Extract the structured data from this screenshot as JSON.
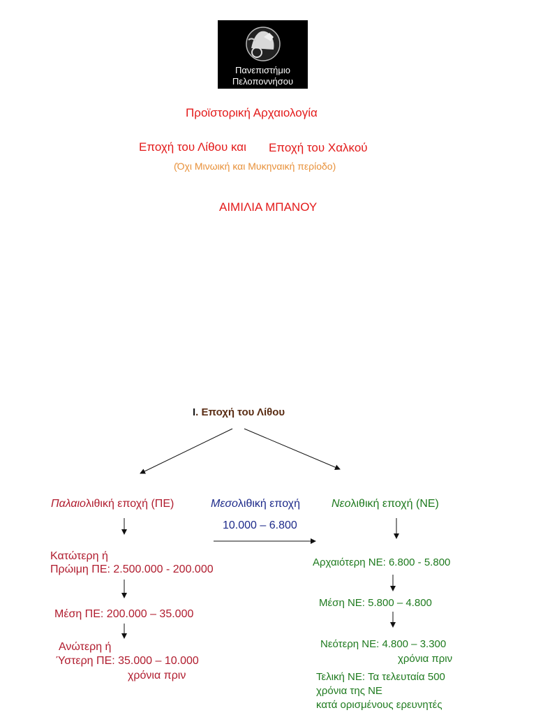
{
  "logo": {
    "line1": "Πανεπιστήμιο",
    "line2": "Πελοποννήσου"
  },
  "header": {
    "course": "Προϊστορική Αρχαιολογία",
    "subtitle_a": "Εποχή του Λίθου και",
    "subtitle_b": "Εποχή του Χαλκού",
    "note": "(Όχι Μινωική και Μυκηναική περίοδο)",
    "author": "ΑΙΜΙΛΙΑ ΜΠΑΝΟΥ"
  },
  "section": {
    "num": "I",
    "title": ". Εποχή του Λίθου"
  },
  "paleo": {
    "title_italic": "Παλαιο",
    "title_rest": "λιθική εποχή (ΠΕ)",
    "lower_line1": "Κατώτερη ή",
    "lower_line2": "Πρώιμη ΠΕ:  2.500.000 - 200.000",
    "middle": "Μέση ΠΕ:  200.000 – 35.000",
    "upper_line1": "Ανώτερη ή",
    "upper_line2": "Ύστερη ΠΕ:  35.000 – 10.000",
    "upper_line3": "χρόνια πριν"
  },
  "meso": {
    "title_italic": "Μεσο",
    "title_rest": "λιθική εποχή",
    "range": "10.000 – 6.800"
  },
  "neo": {
    "title_italic": "Νεο",
    "title_rest": "λιθική εποχή (ΝΕ)",
    "early": "Αρχαιότερη ΝΕ: 6.800 - 5.800",
    "middle": "Μέση ΝΕ:  5.800 – 4.800",
    "late_line1": "Νεότερη ΝΕ:  4.800 – 3.300",
    "late_line2": "χρόνια πριν",
    "final_line1": "Τελική ΝΕ: Τα τελευταία 500",
    "final_line2": "χρόνια της ΝΕ",
    "final_line3": "κατά ορισμένους ερευνητές"
  }
}
